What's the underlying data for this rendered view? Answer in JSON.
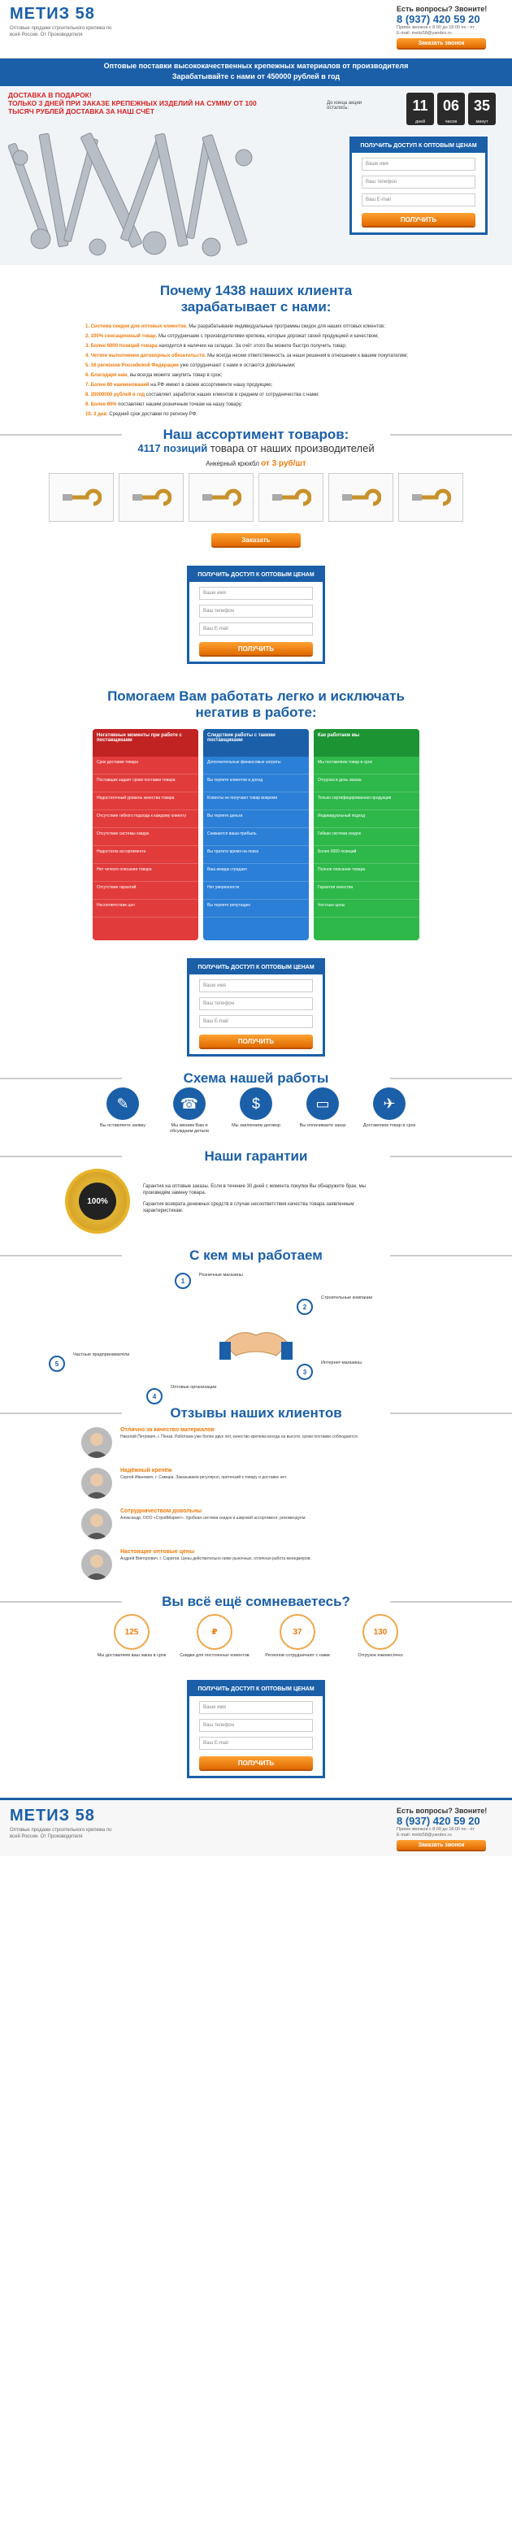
{
  "header": {
    "logo": "МЕТИЗ 58",
    "tagline": "Оптовые продажи строительного крепежа по всей России. От Производителя",
    "question": "Есть вопросы? Звоните!",
    "phone": "8 (937) 420 59 20",
    "hours": "Прием звонков с 8:00 до 18:00 пн - пт",
    "email": "E-mail: metiz58@yandex.ru",
    "call_btn": "Заказать звонок"
  },
  "hero": {
    "line1": "Оптовые поставки высококачественных крепежных материалов от производителя",
    "line2": "Зарабатывайте с нами от 450000 рублей в год",
    "gift_title": "ДОСТАВКА В ПОДАРОК!",
    "gift_text": "ТОЛЬКО 3 ДНЕЙ ПРИ ЗАКАЗЕ КРЕПЕЖНЫХ ИЗДЕЛИЙ НА СУММУ ОТ 100 ТЫСЯЧ РУБЛЕЙ ДОСТАВКА ЗА НАШ СЧЁТ",
    "timer_label": "До конца акции осталось:",
    "timer": [
      {
        "v": "11",
        "l": "дней"
      },
      {
        "v": "06",
        "l": "часов"
      },
      {
        "v": "35",
        "l": "минут"
      }
    ]
  },
  "form": {
    "title": "ПОЛУЧИТЬ ДОСТУП К ОПТОВЫМ ЦЕНАМ",
    "name_ph": "Ваше имя",
    "phone_ph": "Ваш телефон",
    "email_ph": "Ваш E-mail",
    "btn": "ПОЛУЧИТЬ"
  },
  "why": {
    "title": "Почему 1438 наших клиента зарабатывает с нами:",
    "items": [
      {
        "n": "1.",
        "h": "Система скидок для оптовых клиентов.",
        "t": " Мы разрабатываем индивидуальные программы скидок для наших оптовых клиентов;"
      },
      {
        "n": "2.",
        "h": "100% сенсационный товар.",
        "t": " Мы сотрудничаем с производителями крепежа, которые дорожат своей продукцией и качеством;"
      },
      {
        "n": "3.",
        "h": "Более 6000 позиций товара",
        "t": " находится в наличии на складах. За счёт этого Вы можете быстро получить товар;"
      },
      {
        "n": "4.",
        "h": "Четкое выполнение договорных обязательств.",
        "t": " Мы всегда несем ответственность за наши решения в отношении к вашим покупателям;"
      },
      {
        "n": "5.",
        "h": "16 регионов Российской Федерации",
        "t": " уже сотрудничают с нами и остаются довольными;"
      },
      {
        "n": "6.",
        "h": "Благодаря нам,",
        "t": " вы всегда можете закупить товар в срок;"
      },
      {
        "n": "7.",
        "h": "Более 80 наименований",
        "t": " на РФ имеют в своем ассортименте нашу продукцию;"
      },
      {
        "n": "8.",
        "h": "20000000 рублей в год",
        "t": " составляет заработок наших клиентов в среднем от сотрудничества с нами;"
      },
      {
        "n": "9.",
        "h": "Более 80%",
        "t": " поставляют нашим розничным точкам на нашу товару;"
      },
      {
        "n": "10.",
        "h": "3 дня.",
        "t": " Средний срок доставки по региону РФ."
      }
    ]
  },
  "assortment": {
    "title": "Наш ассортимент товаров:",
    "count": "4117 позиций",
    "count_rest": " товара от наших производителей",
    "anchor_label": "Анкерный крюкбл",
    "price": "от 3 руб/шт",
    "btn": "Заказать"
  },
  "help": {
    "title": "Помогаем Вам работать легко и исключать негатив в работе:",
    "cols": [
      {
        "h": "Негативные моменты при работе с поставщиками",
        "items": [
          "Срок доставки товара",
          "Поставщик задает сроки поставки товара",
          "Недостаточный уровень качества товара",
          "Отсутствие гибкого подхода к каждому клиенту",
          "Отсутствие системы скидок",
          "Недостаток ассортимента",
          "Нет четкого описания товара",
          "Отсутствие гарантий",
          "Несоответствие цен"
        ]
      },
      {
        "h": "Следствие работы с такими поставщиками",
        "items": [
          "Дополнительные финансовые затраты",
          "Вы теряете клиентов и доход",
          "Клиенты не получают товар вовремя",
          "Вы теряете деньги",
          "Снижается ваша прибыль",
          "Вы тратите время на поиск",
          "Ваш имидж страдает",
          "Нет уверенности",
          "Вы теряете репутацию"
        ]
      },
      {
        "h": "Как работаем мы",
        "items": [
          "Мы поставляем товар в срок",
          "Отгрузка в день заказа",
          "Только сертифицированная продукция",
          "Индивидуальный подход",
          "Гибкая система скидок",
          "Более 6000 позиций",
          "Полное описание товара",
          "Гарантия качества",
          "Честные цены"
        ]
      }
    ]
  },
  "scheme": {
    "title": "Схема нашей работы",
    "steps": [
      "Вы оставляете заявку",
      "Мы звоним Вам и обсуждаем детали",
      "Мы заключаем договор",
      "Вы оплачиваете заказ",
      "Доставляем товар в срок"
    ]
  },
  "guarantee": {
    "title": "Наши гарантии",
    "badge": "100%",
    "p1": "Гарантия на оптовые заказы. Если в течение 30 дней с момента покупки Вы обнаружите брак, мы произведём замену товара.",
    "p2": "Гарантия возврата денежных средств в случае несоответствия качества товара заявленным характеристикам."
  },
  "partners": {
    "title": "С кем мы работаем",
    "items": [
      {
        "n": "1",
        "t": "Розничные магазины"
      },
      {
        "n": "2",
        "t": "Строительные компании"
      },
      {
        "n": "3",
        "t": "Интернет-магазины"
      },
      {
        "n": "4",
        "t": "Оптовые организации"
      },
      {
        "n": "5",
        "t": "Частные предприниматели"
      }
    ]
  },
  "reviews": {
    "title": "Отзывы наших клиентов",
    "items": [
      {
        "h": "Отлично за качество материалов",
        "t": "Николай Петрович, г. Пенза. Работаем уже более двух лет, качество крепежа всегда на высоте, сроки поставки соблюдаются."
      },
      {
        "h": "Надёжный крепёж",
        "t": "Сергей Иванович, г. Самара. Заказываем регулярно, претензий к товару и доставке нет."
      },
      {
        "h": "Сотрудничеством довольны",
        "t": "Александр, ООО «СтройМаркет». Удобная система скидок и широкий ассортимент, рекомендуем."
      },
      {
        "h": "Настоящие оптовые цены",
        "t": "Андрей Викторович, г. Саратов. Цены действительно ниже рыночных, отличная работа менеджеров."
      }
    ]
  },
  "doubts": {
    "title": "Вы всё ещё сомневаетесь?",
    "items": [
      {
        "v": "125",
        "t": "Мы доставляем ваш заказ в срок"
      },
      {
        "v": "₽",
        "t": "Скидки для постоянных клиентов"
      },
      {
        "v": "37",
        "t": "Регионов сотрудничают с нами"
      },
      {
        "v": "130",
        "t": "Отгрузок ежемесячно"
      }
    ]
  }
}
